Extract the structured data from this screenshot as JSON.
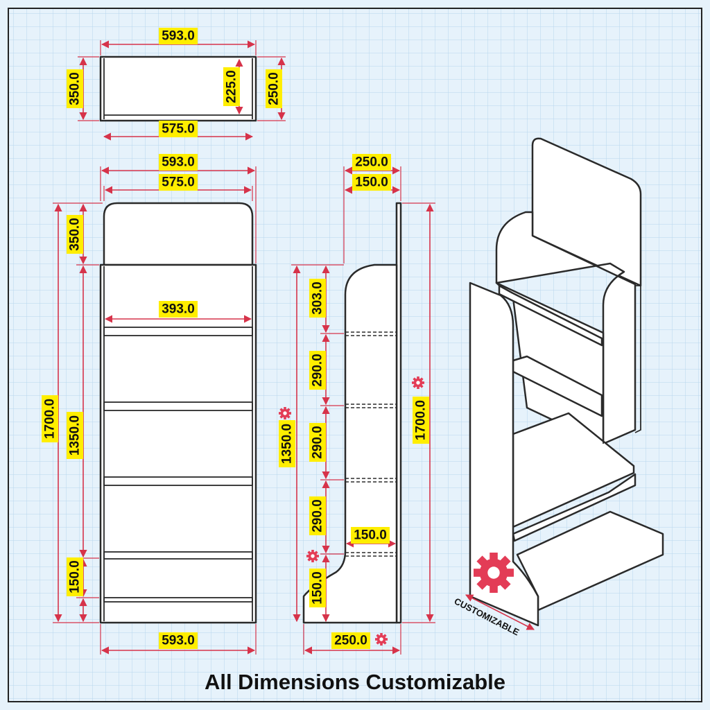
{
  "title": "All Dimensions Customizable",
  "customizable_label": "CUSTOMIZABLE",
  "colors": {
    "dimension_line": "#d6334a",
    "label_fill": "#ffee00",
    "grid_line": "#b7d6ee",
    "background": "#e6f2fb",
    "icon": "#e33c56"
  },
  "icons": [
    "gear-wrench-icon"
  ],
  "top_view": {
    "overall_width": "593.0",
    "inner_width": "575.0",
    "depth": "350.0",
    "inner_depth": "225.0",
    "side_depth": "250.0"
  },
  "front_view": {
    "overall_width_top": "593.0",
    "inner_width_top": "575.0",
    "header_height": "350.0",
    "overall_height": "1700.0",
    "body_height": "1350.0",
    "shelf_width": "393.0",
    "base_height": "150.0",
    "overall_width_bottom": "593.0"
  },
  "side_view": {
    "overall_depth_top": "250.0",
    "inner_depth_top": "150.0",
    "shelf_gap_1": "303.0",
    "shelf_gap_2": "290.0",
    "shelf_gap_3": "290.0",
    "shelf_gap_4": "290.0",
    "body_height": "1350.0",
    "overall_height": "1700.0",
    "base_depth": "150.0",
    "base_height": "150.0",
    "overall_depth_bottom": "250.0"
  }
}
